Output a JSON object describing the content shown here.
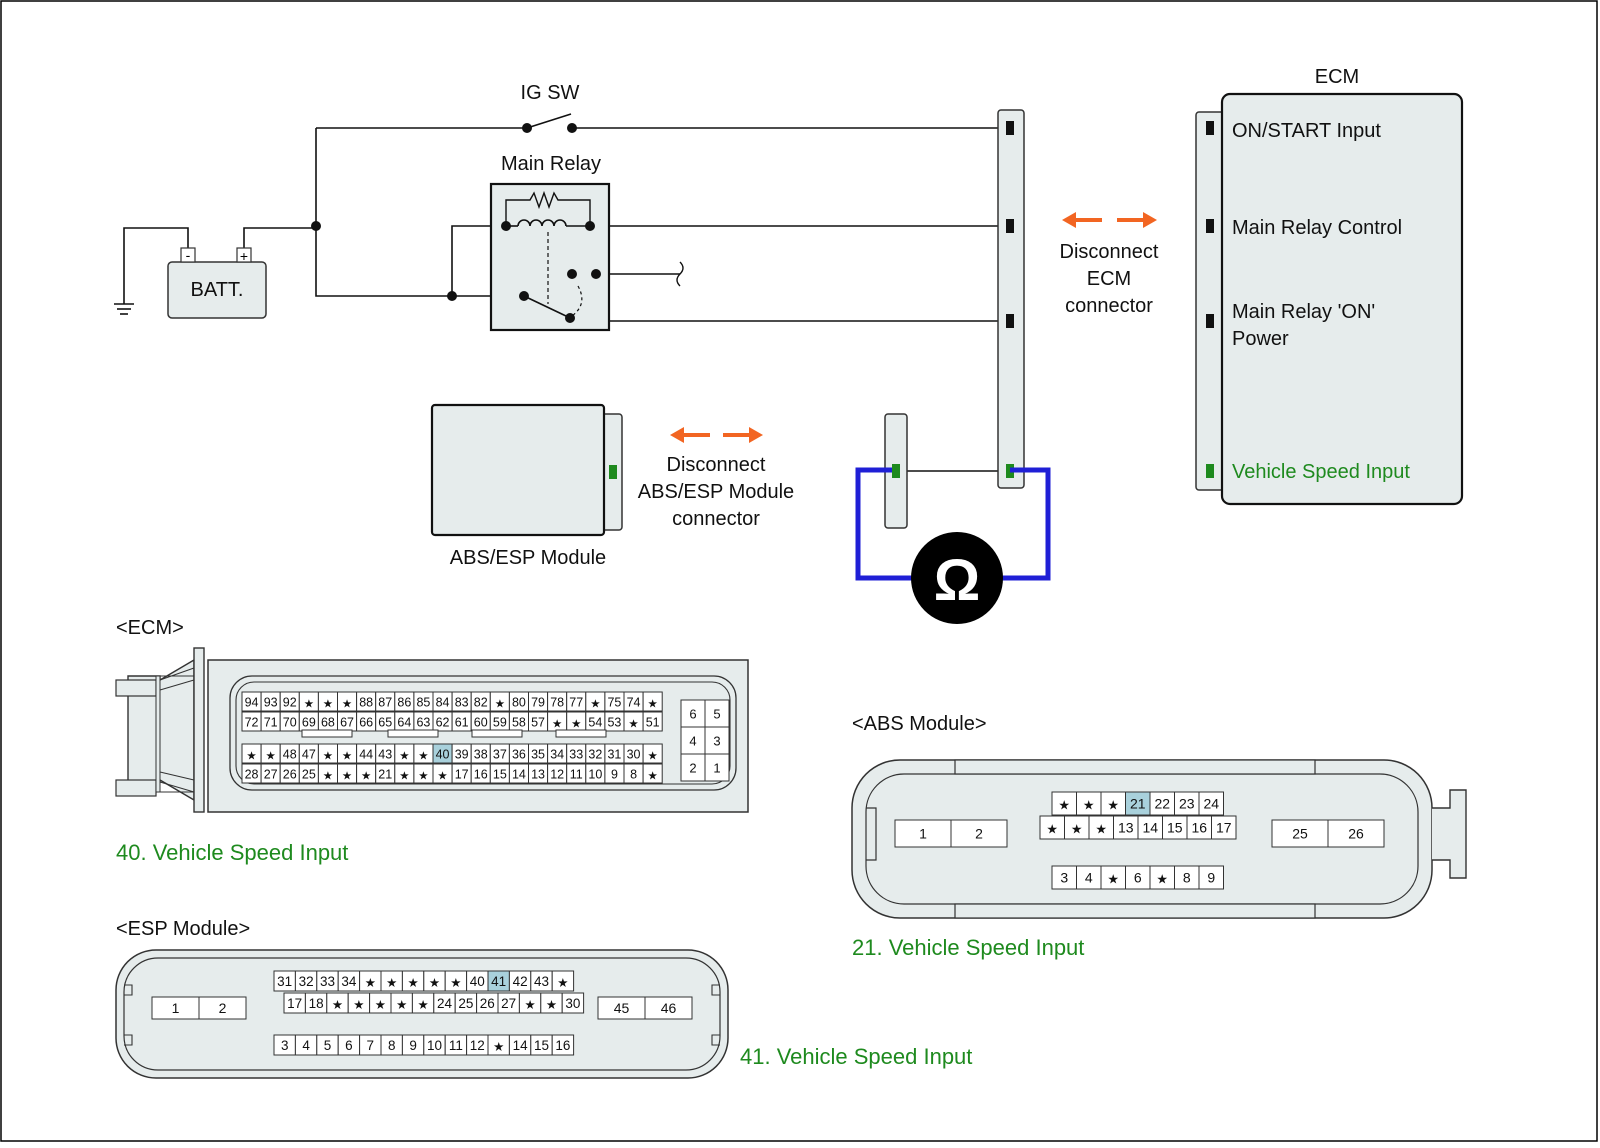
{
  "title_ecm": "ECM",
  "ig_sw": "IG SW",
  "main_relay": "Main Relay",
  "batt": "BATT.",
  "batt_minus": "-",
  "batt_plus": "+",
  "ecm_pins": [
    "ON/START Input",
    "Main Relay Control",
    "Main Relay 'ON'",
    "Power",
    "Vehicle Speed Input"
  ],
  "disconnect_ecm": [
    "Disconnect",
    "ECM",
    "connector"
  ],
  "disconnect_abs": [
    "Disconnect",
    "ABS/ESP Module",
    "connector"
  ],
  "abs_esp_module": "ABS/ESP Module",
  "ohm_symbol": "Ω",
  "ecm_connector_title": "<ECM>",
  "ecm_caption": "40. Vehicle Speed Input",
  "abs_connector_title": "<ABS Module>",
  "abs_caption": "21. Vehicle Speed Input",
  "esp_connector_title": "<ESP Module>",
  "esp_caption": "41. Vehicle Speed Input",
  "ecm_rows": [
    [
      "94",
      "93",
      "92",
      "*",
      "*",
      "*",
      "88",
      "87",
      "86",
      "85",
      "84",
      "83",
      "82",
      "*",
      "80",
      "79",
      "78",
      "77",
      "*",
      "75",
      "74",
      "*"
    ],
    [
      "72",
      "71",
      "70",
      "69",
      "68",
      "67",
      "66",
      "65",
      "64",
      "63",
      "62",
      "61",
      "60",
      "59",
      "58",
      "57",
      "*",
      "*",
      "54",
      "53",
      "*",
      "51"
    ],
    [
      "*",
      "*",
      "48",
      "47",
      "*",
      "*",
      "44",
      "43",
      "*",
      "*",
      "40",
      "39",
      "38",
      "37",
      "36",
      "35",
      "34",
      "33",
      "32",
      "31",
      "30",
      "*"
    ],
    [
      "28",
      "27",
      "26",
      "25",
      "*",
      "*",
      "*",
      "21",
      "*",
      "*",
      "*",
      "17",
      "16",
      "15",
      "14",
      "13",
      "12",
      "11",
      "10",
      "9",
      "8",
      "*"
    ]
  ],
  "ecm_side": [
    [
      "6",
      "5"
    ],
    [
      "4",
      "3"
    ],
    [
      "2",
      "1"
    ]
  ],
  "ecm_highlight": "40",
  "abs_row1": [
    "*",
    "*",
    "*",
    "21",
    "22",
    "23",
    "24"
  ],
  "abs_row2": [
    "*",
    "*",
    "*",
    "13",
    "14",
    "15",
    "16",
    "17"
  ],
  "abs_row3": [
    "3",
    "4",
    "*",
    "6",
    "*",
    "8",
    "9"
  ],
  "abs_left": [
    "1",
    "2"
  ],
  "abs_right": [
    "25",
    "26"
  ],
  "abs_highlight": "21",
  "esp_row1": [
    "31",
    "32",
    "33",
    "34",
    "*",
    "*",
    "*",
    "*",
    "*",
    "40",
    "41",
    "42",
    "43",
    "*"
  ],
  "esp_row2": [
    "17",
    "18",
    "*",
    "*",
    "*",
    "*",
    "*",
    "24",
    "25",
    "26",
    "27",
    "*",
    "*",
    "30"
  ],
  "esp_row3": [
    "3",
    "4",
    "5",
    "6",
    "7",
    "8",
    "9",
    "10",
    "11",
    "12",
    "*",
    "14",
    "15",
    "16"
  ],
  "esp_left": [
    "1",
    "2"
  ],
  "esp_right": [
    "45",
    "46"
  ],
  "esp_highlight": "41",
  "colors": {
    "orange": "#f26522",
    "blue": "#1f1fd6",
    "green": "#1e8a1e",
    "panel": "#e6ecec",
    "highlight": "#a9d1dc"
  }
}
